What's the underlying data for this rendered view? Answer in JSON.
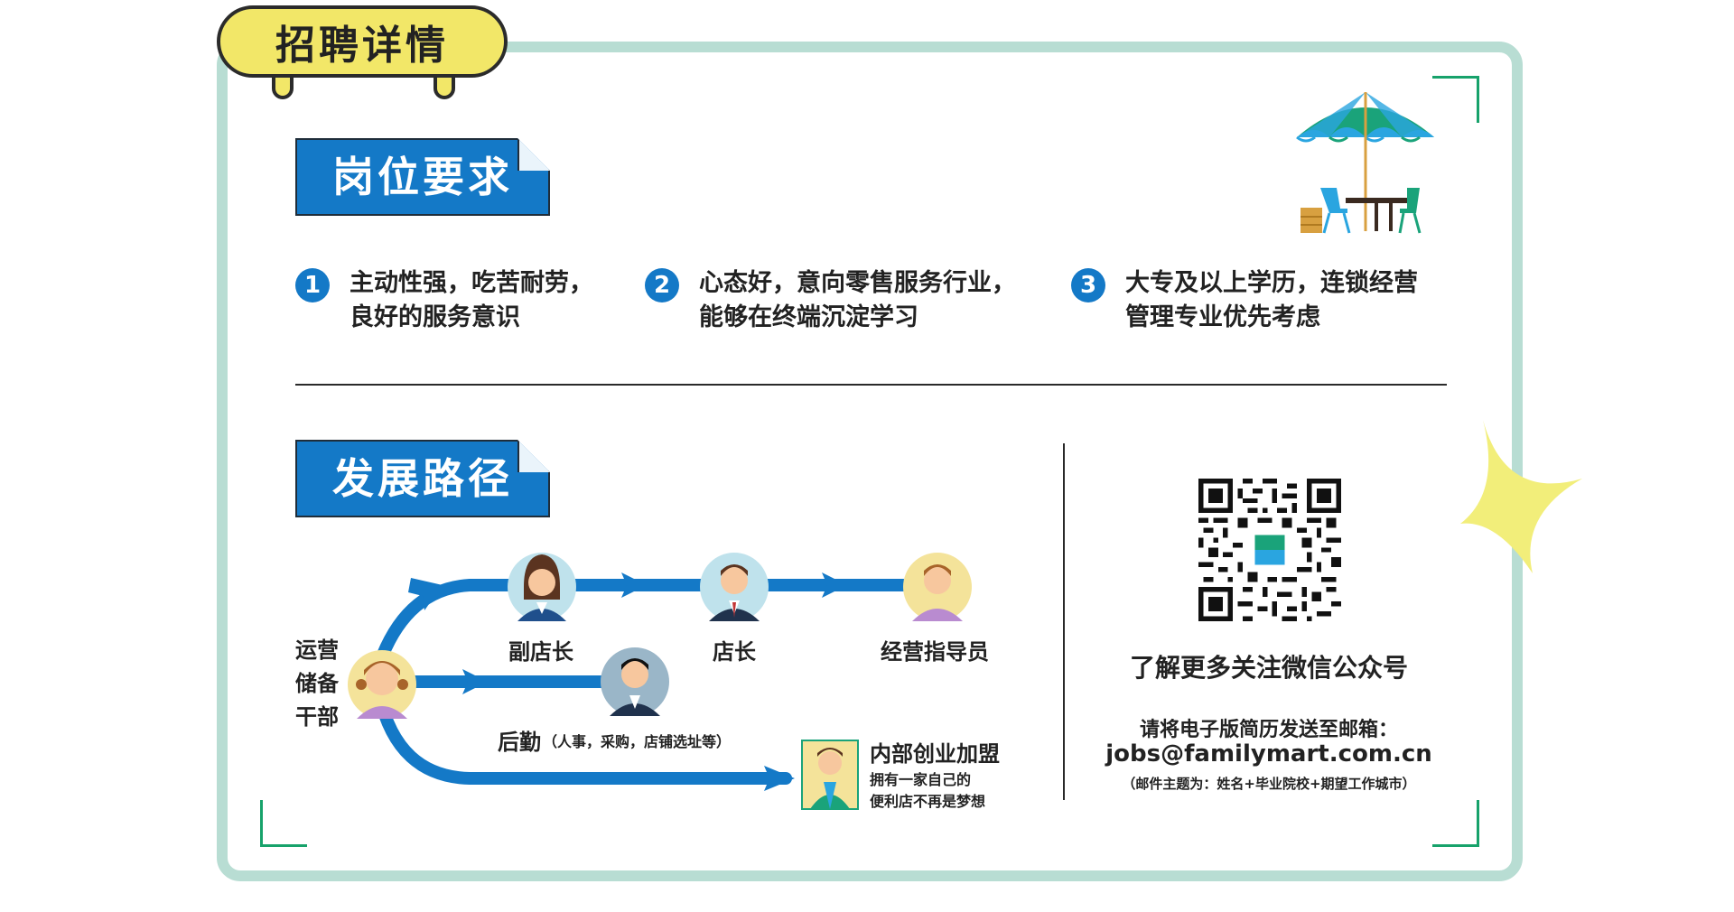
{
  "header": {
    "title": "招聘详情"
  },
  "requirements": {
    "title": "岗位要求",
    "items": [
      {
        "num": "1",
        "line1": "主动性强，吃苦耐劳，",
        "line2": "良好的服务意识"
      },
      {
        "num": "2",
        "line1": "心态好，意向零售服务行业，",
        "line2": "能够在终端沉淀学习"
      },
      {
        "num": "3",
        "line1": "大专及以上学历，连锁经营",
        "line2": "管理专业优先考虑"
      }
    ]
  },
  "path": {
    "title": "发展路径",
    "start": [
      "运营",
      "储备",
      "干部"
    ],
    "deputy": "副店长",
    "manager": "店长",
    "supervisor": "经营指导员",
    "logistics": "后勤",
    "logistics_note": "（人事，采购，店铺选址等）",
    "franchise_title": "内部创业加盟",
    "franchise_line1": "拥有一家自己的",
    "franchise_line2": "便利店不再是梦想"
  },
  "contact": {
    "qr_title": "了解更多关注微信公众号",
    "mail_intro": "请将电子版简历发送至邮箱：",
    "email": "jobs@familymart.com.cn",
    "mail_note": "（邮件主题为：姓名+毕业院校+期望工作城市）"
  },
  "colors": {
    "accent_blue": "#1479c7",
    "frame_mint": "#b8ddd3",
    "corner_green": "#17a26b",
    "tag_yellow": "#f2e768"
  }
}
